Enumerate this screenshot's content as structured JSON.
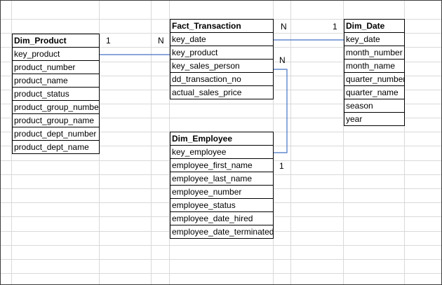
{
  "tables": {
    "dim_product": {
      "title": "Dim_Product",
      "fields": [
        "key_product",
        "product_number",
        "product_name",
        "product_status",
        "product_group_number",
        "product_group_name",
        "product_dept_number",
        "product_dept_name"
      ]
    },
    "fact_transaction": {
      "title": "Fact_Transaction",
      "fields": [
        "key_date",
        "key_product",
        "key_sales_person",
        "dd_transaction_no",
        "actual_sales_price"
      ]
    },
    "dim_date": {
      "title": "Dim_Date",
      "fields": [
        "key_date",
        "month_number",
        "month_name",
        "quarter_number",
        "quarter_name",
        "season",
        "year"
      ]
    },
    "dim_employee": {
      "title": "Dim_Employee",
      "fields": [
        "key_employee",
        "employee_first_name",
        "employee_last_name",
        "employee_number",
        "employee_status",
        "employee_date_hired",
        "employee_date_terminated"
      ]
    }
  },
  "relationships": [
    {
      "from": "Dim_Product.key_product",
      "to": "Fact_Transaction.key_product",
      "from_card": "1",
      "to_card": "N"
    },
    {
      "from": "Dim_Date.key_date",
      "to": "Fact_Transaction.key_date",
      "from_card": "1",
      "to_card": "N"
    },
    {
      "from": "Dim_Employee.key_employee",
      "to": "Fact_Transaction.key_sales_person",
      "from_card": "1",
      "to_card": "N"
    }
  ],
  "colors": {
    "link_line": "#4472c4",
    "gridline": "#d9d9d9",
    "border": "#000000"
  }
}
